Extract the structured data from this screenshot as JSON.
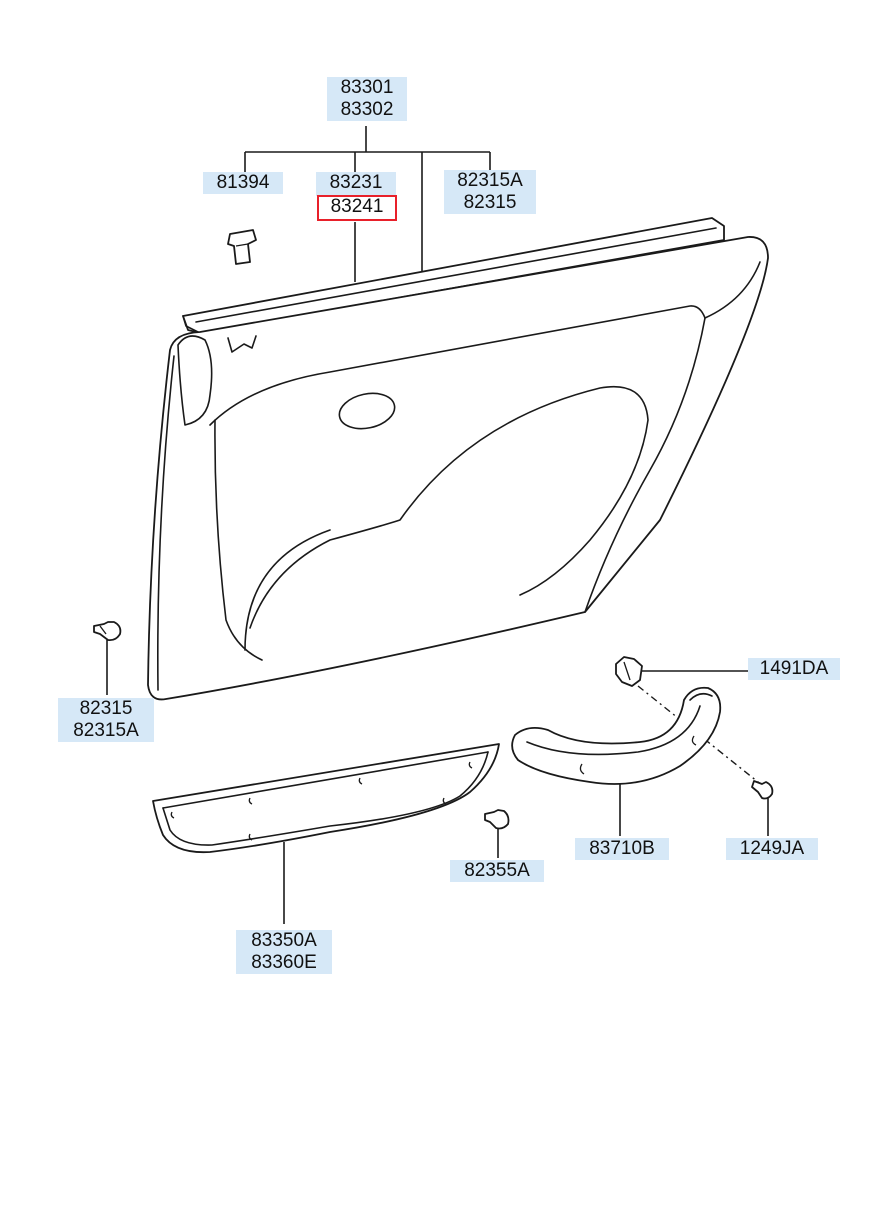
{
  "colors": {
    "label_background": "#d6e8f7",
    "highlight_border": "#e8202a",
    "line": "#1a1a1a"
  },
  "labels": {
    "trim_panel_assy": [
      "83301",
      "83302"
    ],
    "clip_81394": [
      "81394"
    ],
    "panel_pad": [
      "83231"
    ],
    "panel_pad_selected": [
      "83241"
    ],
    "clip_upper": [
      "82315A",
      "82315"
    ],
    "clip_lower": [
      "82315",
      "82315A"
    ],
    "screw_1491": [
      "1491DA"
    ],
    "grip_handle": [
      "83710B"
    ],
    "screw_1249": [
      "1249JA"
    ],
    "clip_82355": [
      "82355A"
    ],
    "pocket": [
      "83350A",
      "83360E"
    ]
  }
}
